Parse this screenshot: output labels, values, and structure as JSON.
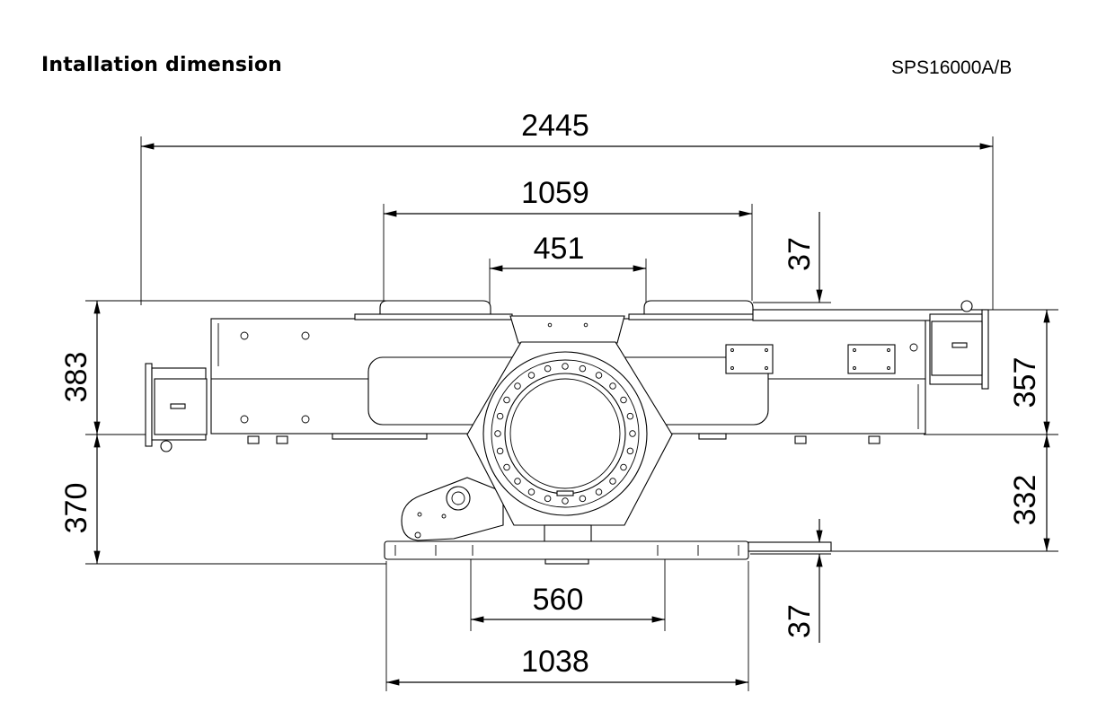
{
  "header": {
    "title": "Intallation dimension",
    "model": "SPS16000A/B"
  },
  "dimensions": {
    "overall_width": "2445",
    "upper_span": "1059",
    "top_plate": "451",
    "upper_offset": "37",
    "left_upper_height": "383",
    "right_upper_height": "357",
    "left_lower_height": "370",
    "right_lower_height": "332",
    "base_inner": "560",
    "base_outer": "1038",
    "lower_offset": "37"
  }
}
